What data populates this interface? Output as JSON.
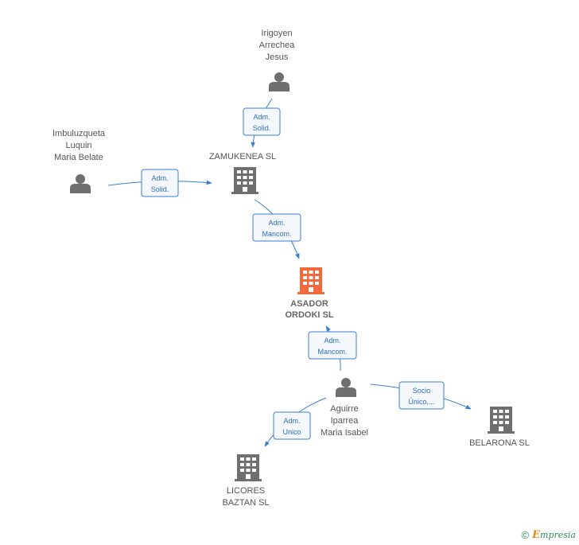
{
  "nodes": [
    {
      "id": "irigoyen",
      "kind": "person",
      "lines": [
        "Irigoyen",
        "Arrechea",
        "Jesus"
      ]
    },
    {
      "id": "imbuluzqueta",
      "kind": "person",
      "lines": [
        "Imbuluzqueta",
        "Luquin",
        "Maria Belate"
      ]
    },
    {
      "id": "zamukenea",
      "kind": "company",
      "lines": [
        "ZAMUKENEA SL"
      ]
    },
    {
      "id": "asador",
      "kind": "company-main",
      "lines": [
        "ASADOR",
        "ORDOKI SL"
      ]
    },
    {
      "id": "aguirre",
      "kind": "person",
      "lines": [
        "Aguirre",
        "Iparrea",
        "Maria Isabel"
      ]
    },
    {
      "id": "belarona",
      "kind": "company",
      "lines": [
        "BELARONA SL"
      ]
    },
    {
      "id": "licores",
      "kind": "company",
      "lines": [
        "LICORES",
        "BAZTAN SL"
      ]
    }
  ],
  "edges": [
    {
      "id": "e1",
      "from": "irigoyen",
      "to": "zamukenea",
      "lines": [
        "Adm.",
        "Solid."
      ]
    },
    {
      "id": "e2",
      "from": "imbuluzqueta",
      "to": "zamukenea",
      "lines": [
        "Adm.",
        "Solid."
      ]
    },
    {
      "id": "e3",
      "from": "zamukenea",
      "to": "asador",
      "lines": [
        "Adm.",
        "Mancom."
      ]
    },
    {
      "id": "e4",
      "from": "aguirre",
      "to": "asador",
      "lines": [
        "Adm.",
        "Mancom."
      ]
    },
    {
      "id": "e5",
      "from": "aguirre",
      "to": "belarona",
      "lines": [
        "Socio",
        "Único,..."
      ]
    },
    {
      "id": "e6",
      "from": "aguirre",
      "to": "licores",
      "lines": [
        "Adm.",
        "Unico"
      ]
    }
  ],
  "colors": {
    "accent": "#3a7dd1",
    "main_company": "#f26a3a",
    "icon_gray": "#6f6f6f"
  },
  "footer": {
    "copyright": "©",
    "brand_e": "E",
    "brand_rest": "mpresia"
  }
}
